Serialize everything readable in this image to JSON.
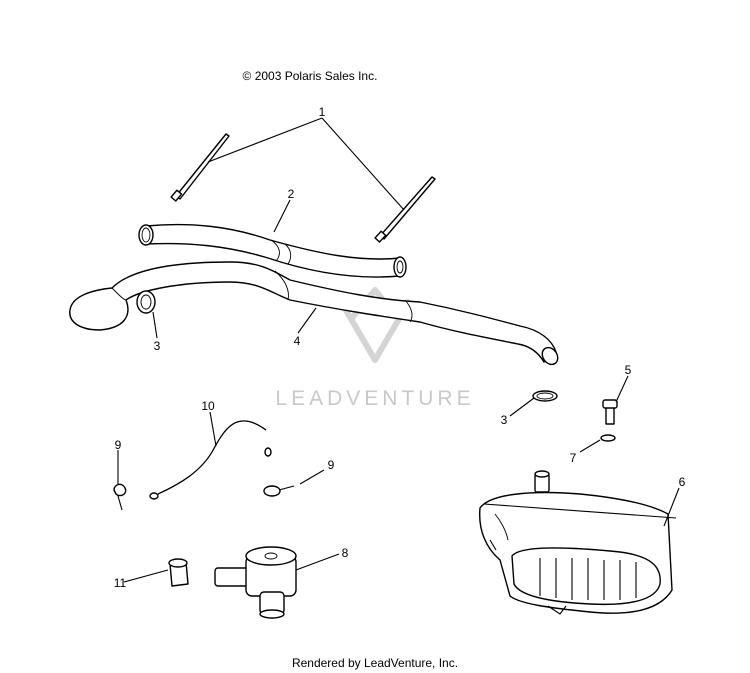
{
  "header": {
    "copyright": "© 2003 Polaris Sales Inc."
  },
  "footer": {
    "rendered_by": "Rendered by LeadVenture, Inc."
  },
  "watermark": {
    "text": "LEADVENTURE",
    "color": "#c9c9c9"
  },
  "callouts": [
    {
      "id": "c1",
      "label": "1"
    },
    {
      "id": "c2",
      "label": "2"
    },
    {
      "id": "c3a",
      "label": "3"
    },
    {
      "id": "c4",
      "label": "4"
    },
    {
      "id": "c3b",
      "label": "3"
    },
    {
      "id": "c5",
      "label": "5"
    },
    {
      "id": "c7",
      "label": "7"
    },
    {
      "id": "c6",
      "label": "6"
    },
    {
      "id": "c10",
      "label": "10"
    },
    {
      "id": "c9a",
      "label": "9"
    },
    {
      "id": "c9b",
      "label": "9"
    },
    {
      "id": "c8",
      "label": "8"
    },
    {
      "id": "c11",
      "label": "11"
    }
  ]
}
